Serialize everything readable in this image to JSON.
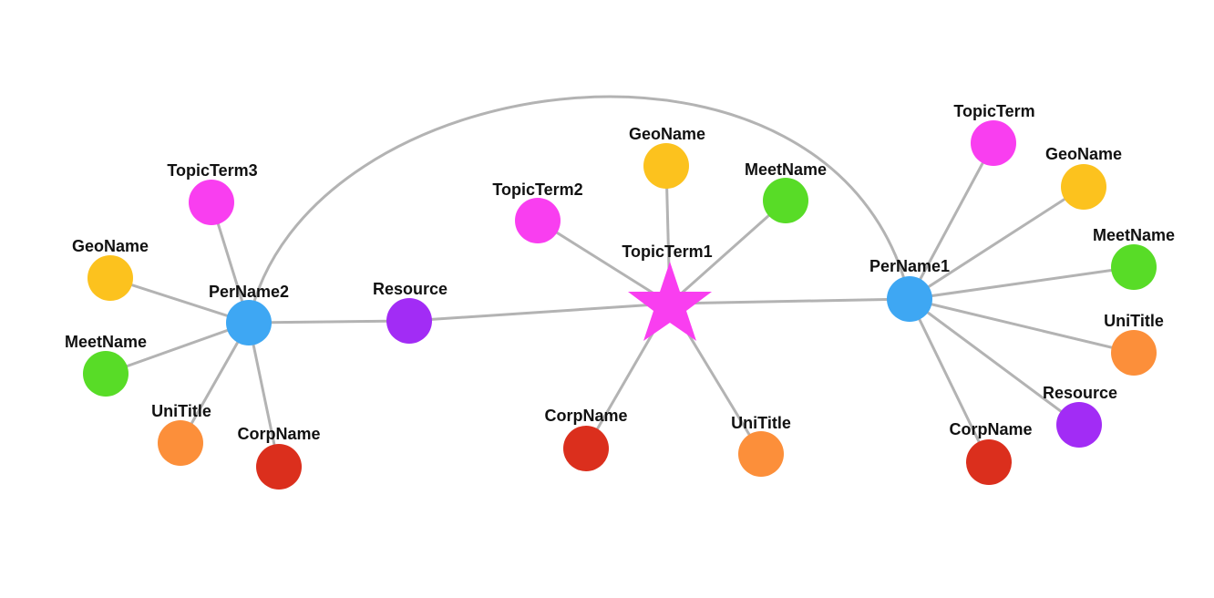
{
  "colors": {
    "topic": "#f93ef0",
    "geo": "#fcc21e",
    "meet": "#58dc27",
    "person": "#3ea7f3",
    "resource": "#a22cf5",
    "unititle": "#fc8f3a",
    "corp": "#db2f1d",
    "edge": "#b3b3b3"
  },
  "nodes": {
    "topicterm1": {
      "label": "TopicTerm1",
      "shape": "star-icon"
    },
    "topicterm2": {
      "label": "TopicTerm2"
    },
    "geoname_c": {
      "label": "GeoName"
    },
    "meetname_c": {
      "label": "MeetName"
    },
    "corpname_c": {
      "label": "CorpName"
    },
    "unititle_c": {
      "label": "UniTitle"
    },
    "resource_l": {
      "label": "Resource"
    },
    "pername2": {
      "label": "PerName2"
    },
    "topicterm3": {
      "label": "TopicTerm3"
    },
    "geoname_l": {
      "label": "GeoName"
    },
    "meetname_l": {
      "label": "MeetName"
    },
    "unititle_l": {
      "label": "UniTitle"
    },
    "corpname_l": {
      "label": "CorpName"
    },
    "pername1": {
      "label": "PerName1"
    },
    "topicterm_r": {
      "label": "TopicTerm"
    },
    "geoname_r": {
      "label": "GeoName"
    },
    "meetname_r": {
      "label": "MeetName"
    },
    "unititle_r": {
      "label": "UniTitle"
    },
    "resource_r": {
      "label": "Resource"
    },
    "corpname_r": {
      "label": "CorpName"
    }
  }
}
